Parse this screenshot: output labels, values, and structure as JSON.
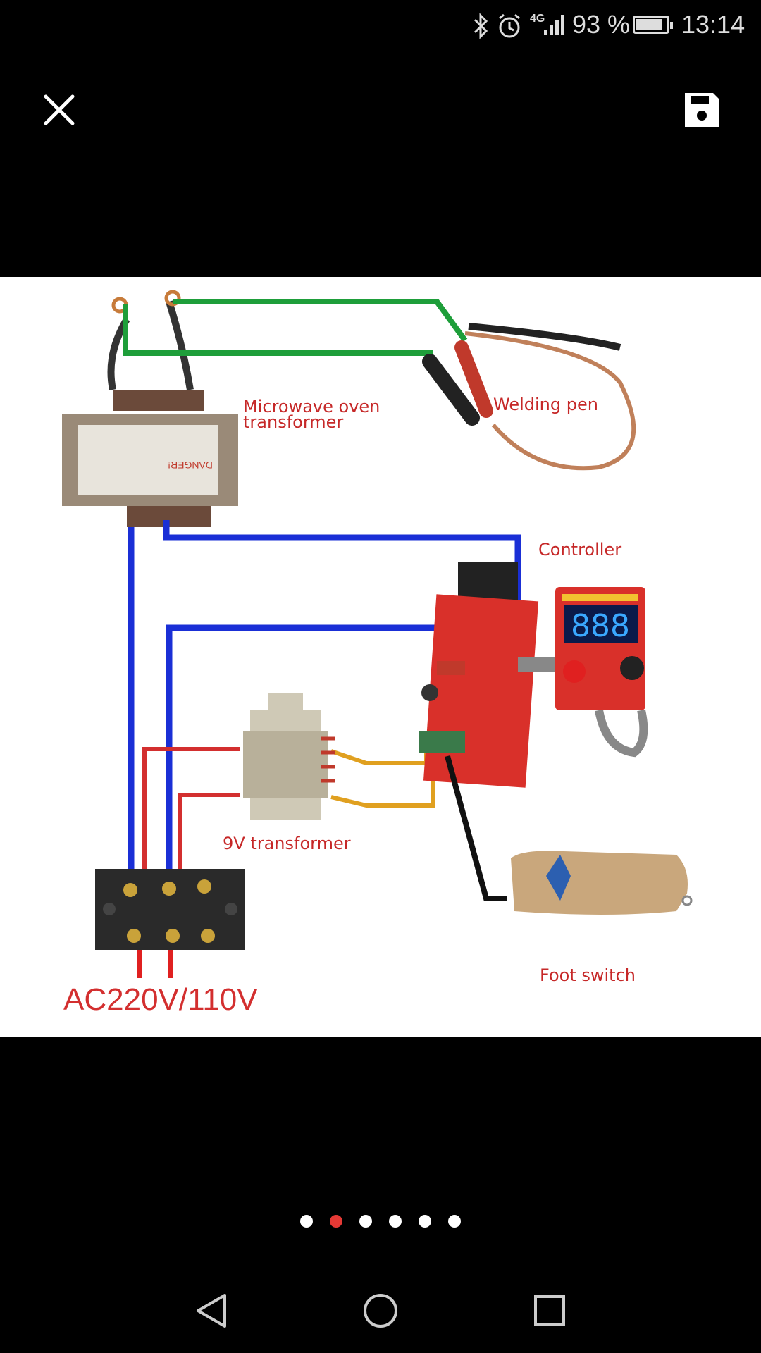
{
  "status_bar": {
    "network": "4G",
    "battery_text": "93 %",
    "battery_level": 0.93,
    "time": "13:14",
    "icons": [
      "bluetooth-icon",
      "alarm-icon",
      "signal-icon",
      "battery-icon"
    ]
  },
  "toolbar": {
    "close_icon": "close-icon",
    "save_icon": "save-icon"
  },
  "image": {
    "labels": {
      "microwave_line1": "Microwave oven",
      "microwave_line2": "transformer",
      "welding_pen": "Welding pen",
      "controller": "Controller",
      "display": "888",
      "nine_v": "9V transformer",
      "foot_switch": "Foot switch",
      "mains": "AC220V/110V"
    },
    "plate_text": "DANGER!"
  },
  "pager": {
    "count": 6,
    "active_index": 1,
    "active_color": "#e53935",
    "inactive_color": "#ffffff"
  },
  "navbar": {
    "icons": [
      "back-icon",
      "home-icon",
      "recents-icon"
    ]
  }
}
